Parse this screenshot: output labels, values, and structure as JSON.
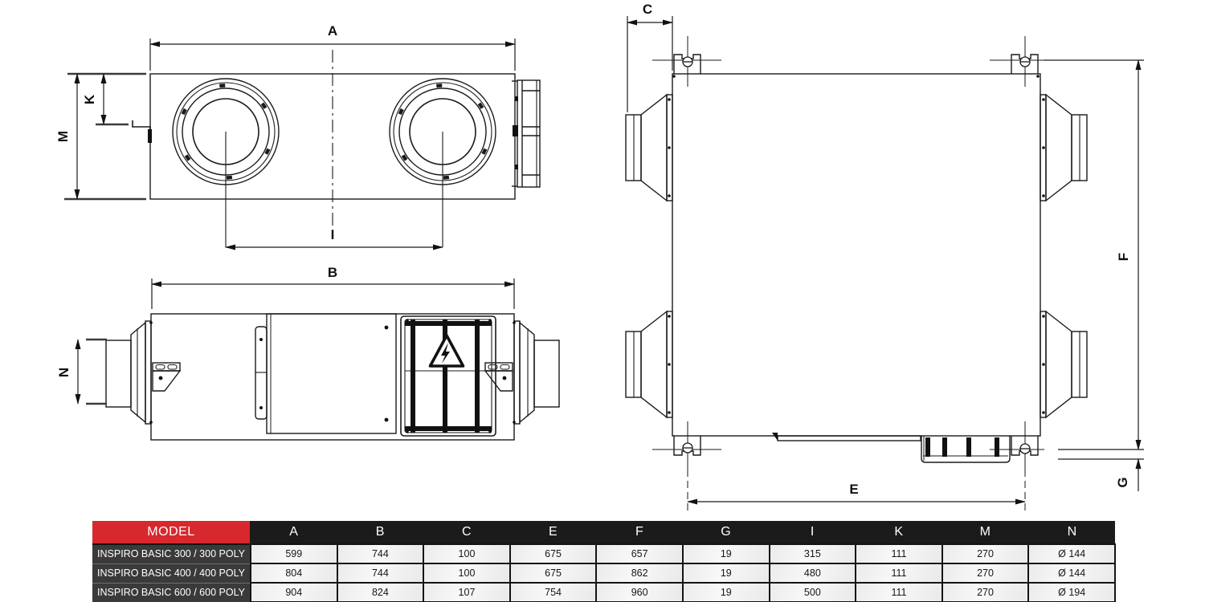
{
  "drawing": {
    "labels": {
      "a": "A",
      "b": "B",
      "c": "C",
      "e": "E",
      "f": "F",
      "g": "G",
      "i": "I",
      "k": "K",
      "m": "M",
      "n": "N"
    },
    "icons": {
      "hazard": "electrical-hazard-triangle"
    },
    "line_color": "#1a1a1a"
  },
  "table": {
    "model_header": "MODEL",
    "columns": [
      "A",
      "B",
      "C",
      "E",
      "F",
      "G",
      "I",
      "K",
      "M",
      "N"
    ],
    "rows": [
      {
        "model": "INSPIRO BASIC 300 / 300 POLY",
        "values": [
          "599",
          "744",
          "100",
          "675",
          "657",
          "19",
          "315",
          "111",
          "270",
          "Ø 144"
        ]
      },
      {
        "model": "INSPIRO BASIC 400 / 400 POLY",
        "values": [
          "804",
          "744",
          "100",
          "675",
          "862",
          "19",
          "480",
          "111",
          "270",
          "Ø 144"
        ]
      },
      {
        "model": "INSPIRO BASIC 600 / 600 POLY",
        "values": [
          "904",
          "824",
          "107",
          "754",
          "960",
          "19",
          "500",
          "111",
          "270",
          "Ø 194"
        ]
      }
    ],
    "colors": {
      "red": "#d7282e",
      "header_black": "#1b1b1b",
      "model_bg": "#3b3a3a",
      "cell_bg": "#f0f0f0"
    }
  }
}
